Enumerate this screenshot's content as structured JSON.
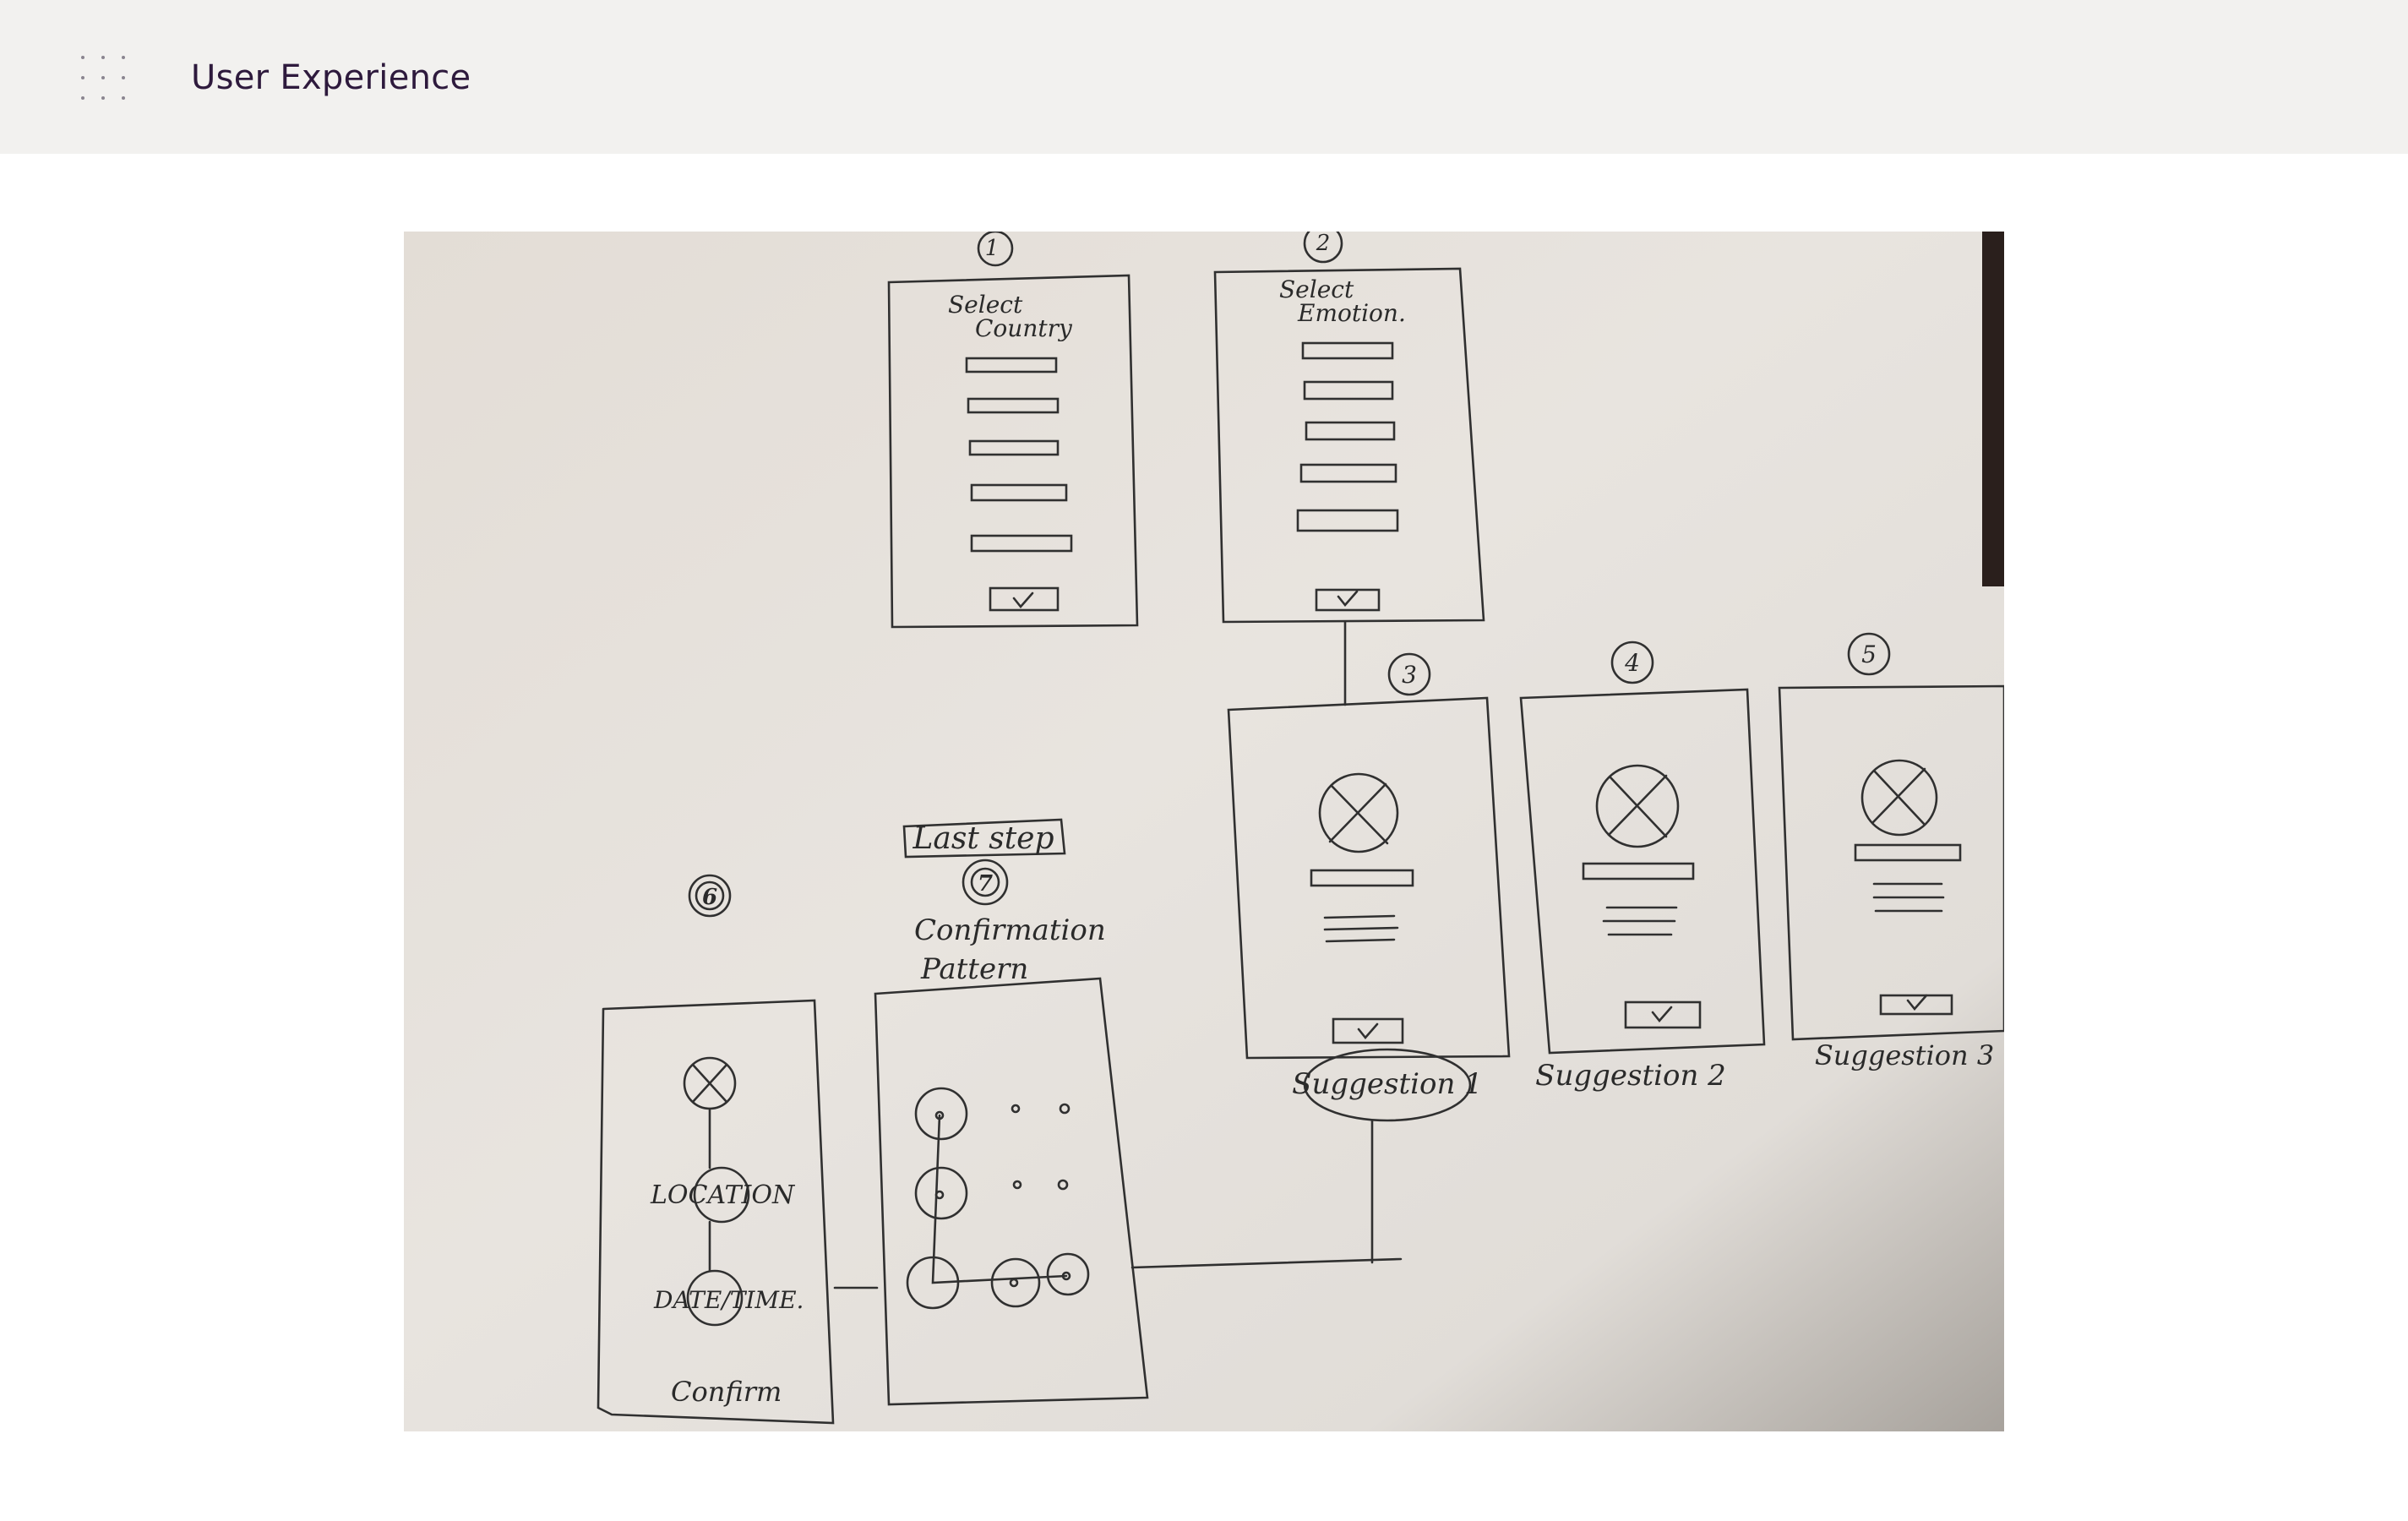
{
  "header": {
    "title": "User Experience",
    "menu_icon": "grid-dots-icon",
    "background": "#f2f1ef",
    "title_color": "#2e1a3d"
  },
  "sketch": {
    "paper_color": "#e6e2dd",
    "screens": [
      {
        "number": "1",
        "caption": [
          "Select",
          "Country"
        ]
      },
      {
        "number": "2",
        "caption": [
          "Select",
          "Emotion."
        ]
      },
      {
        "number": "3",
        "caption": [
          "Suggestion 1"
        ]
      },
      {
        "number": "4",
        "caption": [
          "Suggestion 2"
        ]
      },
      {
        "number": "5",
        "caption": [
          "Suggestion 3"
        ]
      },
      {
        "number": "6",
        "caption": [
          "LOCATION",
          "DATE/TIME.",
          "Confirm"
        ]
      },
      {
        "number": "7",
        "caption": [
          "Last step",
          "Confirmation",
          "Pattern"
        ]
      }
    ]
  }
}
